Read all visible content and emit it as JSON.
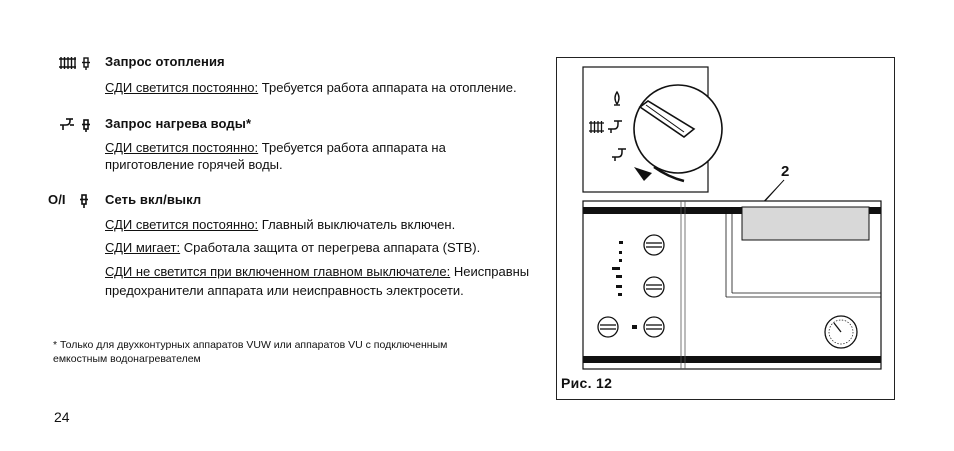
{
  "sections": [
    {
      "heading": "Запрос отопления",
      "lines": [
        {
          "label": "СДИ светится постоянно:",
          "text": " Требуется работа аппарата на отопление."
        }
      ]
    },
    {
      "heading": "Запрос нагрева воды*",
      "lines": [
        {
          "label": "СДИ светится постоянно:",
          "text": " Требуется работа аппарата на"
        },
        {
          "label": "",
          "text": "приготовление горячей воды."
        }
      ]
    },
    {
      "heading": "Сеть вкл/выкл",
      "icon_text": "O/I",
      "lines": [
        {
          "label": "СДИ светится постоянно:",
          "text": " Главный выключатель включен."
        },
        {
          "label": "СДИ мигает:",
          "text": " Сработала защита от перегрева аппарата (STB)."
        },
        {
          "label": "СДИ не светится при включенном главном выключателе:",
          "text": " Неисправны"
        },
        {
          "label": "",
          "text": "предохранители аппарата или неисправность электросети."
        }
      ]
    }
  ],
  "footnote": {
    "line1": "*  Только для двухконтурных аппаратов VUW или аппаратов VU с подключенным",
    "line2": "емкостным водонагревателем"
  },
  "page_number": "24",
  "figure": {
    "caption": "Рис. 12",
    "callout": "2"
  },
  "icons": {
    "radiator": "radiator-icon",
    "tap": "hot-water-tap-icon",
    "power": "power-icon",
    "led": "led-icon",
    "flame": "flame-icon"
  }
}
